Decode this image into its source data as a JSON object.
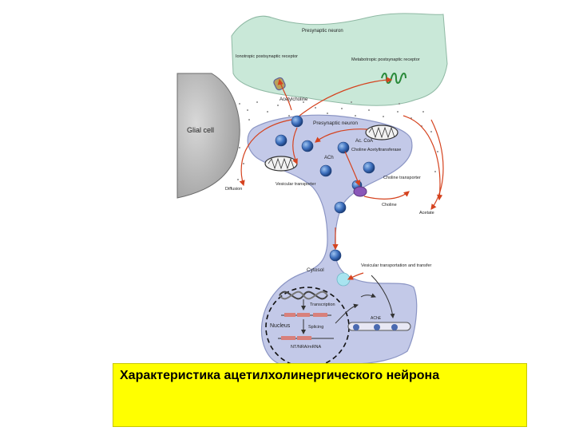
{
  "labels": {
    "presynaptic_top": "Presynaptic neuron",
    "ionotropic_receptor": "Ionotropic postsynaptic receptor",
    "metabotropic_receptor": "Metabotropic postsynaptic receptor",
    "acetylcholine_cleft": "Acetylcholine",
    "glial_cell": "Glial cell",
    "presynaptic_neuron": "Presynaptic neuron",
    "ac_coa": "Ac. CoA",
    "choline_acetyltransferase": "Choline Acetyltransferase",
    "ach": "ACh",
    "vesicular_transporter": "Vesicular transporter",
    "choline_transporter": "Choline transporter",
    "choline": "Choline",
    "acetate": "Acetate",
    "diffusion": "Diffusion",
    "cytosol": "Cytosol",
    "vesicular_transport": "Vesicular transportation and transfer",
    "transcription": "Transcription",
    "nucleus": "Nucleus",
    "splicing": "Splicing",
    "mrna": "NT/NRA/mRNA",
    "ache": "AChE"
  },
  "caption": "Характеристика ацетилхолинергического нейрона"
}
